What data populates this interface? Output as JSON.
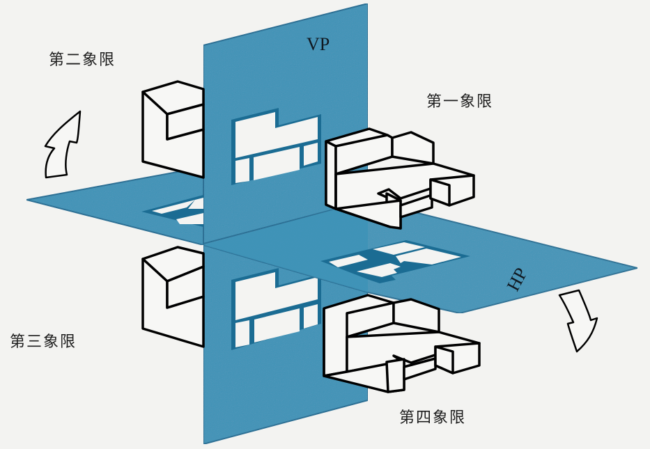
{
  "diagram": {
    "title": "",
    "planes": {
      "vertical": {
        "label": "VP"
      },
      "horizontal": {
        "label": "HP"
      }
    },
    "quadrants": [
      {
        "id": "first",
        "label": "第一象限"
      },
      {
        "id": "second",
        "label": "第二象限"
      },
      {
        "id": "third",
        "label": "第三象限"
      },
      {
        "id": "fourth",
        "label": "第四象限"
      }
    ],
    "arrows": [
      {
        "id": "rotate-up",
        "direction": "up",
        "meaning": "VP upper half rotation"
      },
      {
        "id": "rotate-down",
        "direction": "down",
        "meaning": "HP rotation"
      }
    ]
  },
  "colors": {
    "plane_fill": "#3e93b7",
    "plane_edge": "#1b6c93",
    "projection_fill": "#f4f4f2",
    "object_stroke": "#000000",
    "background": "#f3f3f1"
  }
}
